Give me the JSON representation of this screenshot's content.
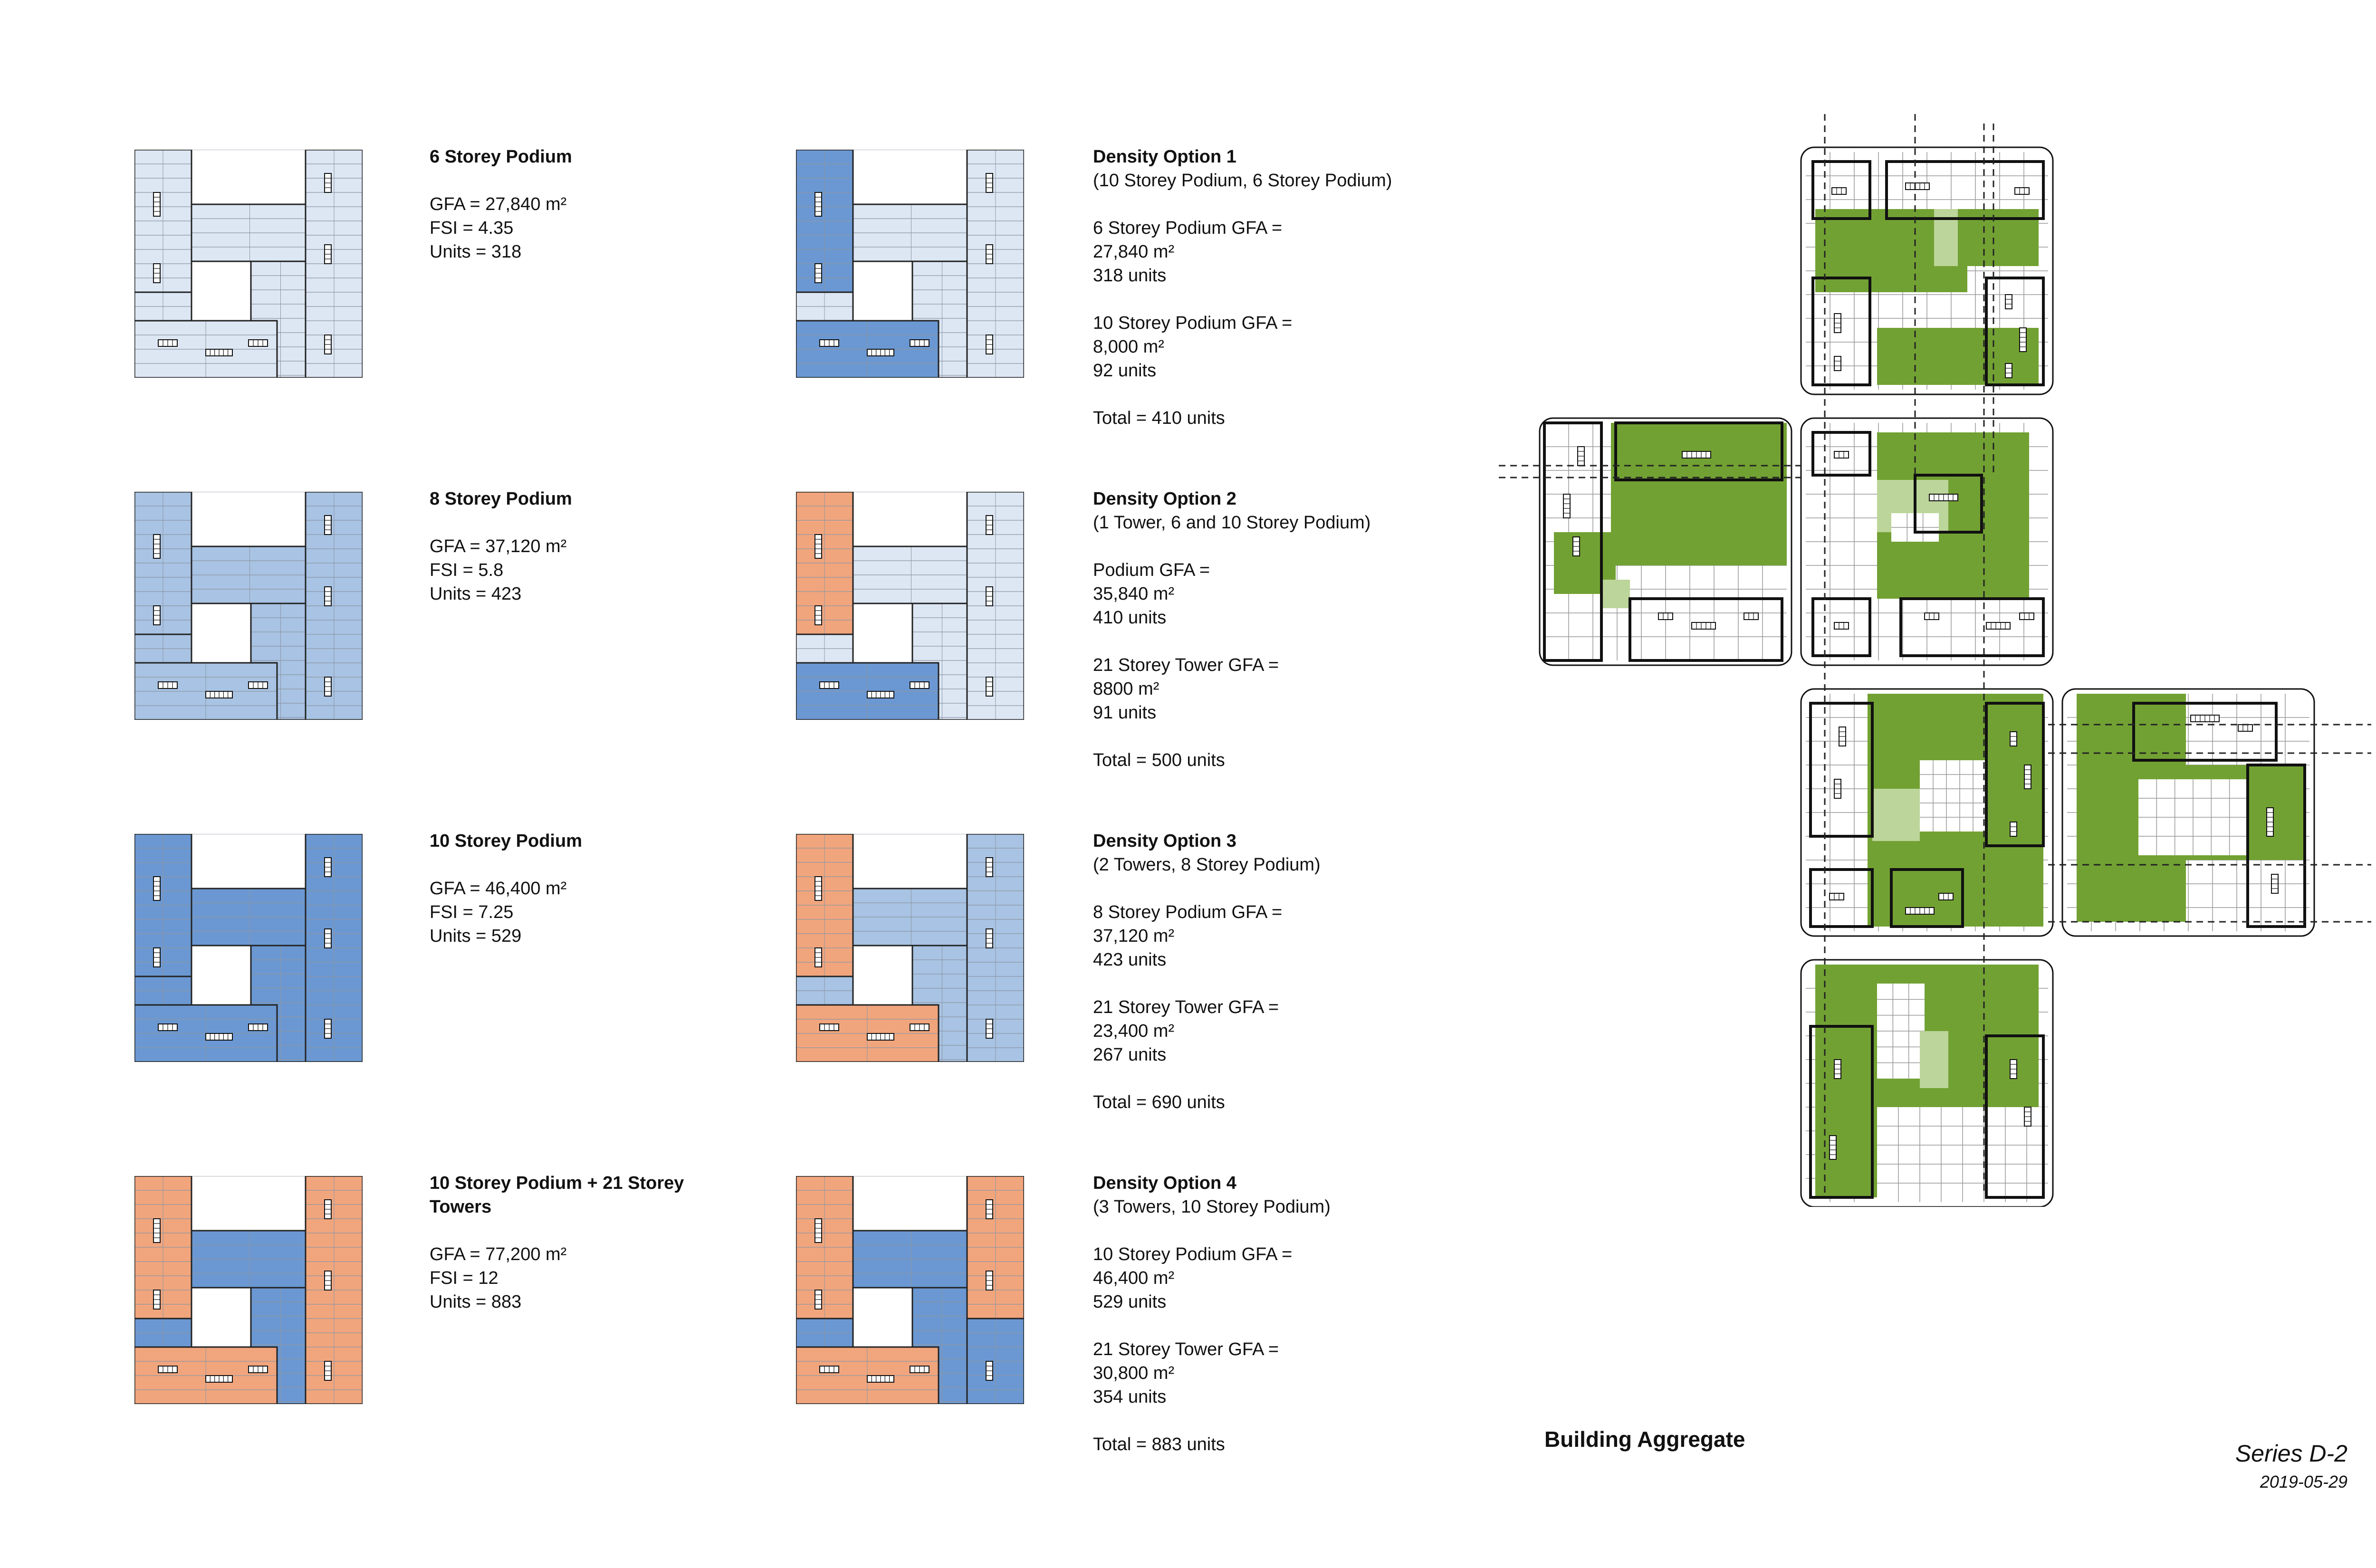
{
  "colors": {
    "podium6": "#dde7f4",
    "podium8": "#a8c3e3",
    "podium10": "#6b98d2",
    "tower": "#f1a57d",
    "green": "#72a133",
    "green_light": "#bcd59a",
    "line": "#222222",
    "grid": "#8d96a3"
  },
  "options": [
    {
      "id": "podium6",
      "title": "6 Storey Podium",
      "lines": [
        "",
        "GFA = 27,840 m²",
        "FSI = 4.35",
        "Units = 318"
      ],
      "fills": {
        "topLeft": "podium6",
        "rightWing": "podium6",
        "bottomLeft": "podium6",
        "bar": "podium6",
        "stem": "podium6"
      }
    },
    {
      "id": "podium8",
      "title": "8 Storey Podium",
      "lines": [
        "",
        "GFA = 37,120 m²",
        "FSI = 5.8",
        "Units = 423"
      ],
      "fills": {
        "topLeft": "podium8",
        "rightWing": "podium8",
        "bottomLeft": "podium8",
        "bar": "podium8",
        "stem": "podium8"
      }
    },
    {
      "id": "podium10",
      "title": "10 Storey Podium",
      "lines": [
        "",
        "GFA = 46,400 m²",
        "FSI = 7.25",
        "Units = 529"
      ],
      "fills": {
        "topLeft": "podium10",
        "rightWing": "podium10",
        "bottomLeft": "podium10",
        "bar": "podium10",
        "stem": "podium10"
      }
    },
    {
      "id": "podium10-towers",
      "title": "10 Storey Podium + 21 Storey",
      "title2": "Towers",
      "lines": [
        "",
        "GFA = 77,200 m²",
        "FSI = 12",
        "Units = 883"
      ],
      "fills": {
        "topLeft": "tower",
        "rightWing": "tower",
        "bottomLeft": "tower",
        "bar": "podium10",
        "stem": "podium10"
      }
    },
    {
      "id": "density1",
      "title": "Density Option 1",
      "lines": [
        "(10 Storey Podium, 6 Storey Podium)",
        "",
        "6 Storey Podium GFA =",
        "27,840 m²",
        "318 units",
        "",
        "10 Storey Podium GFA =",
        "8,000 m²",
        "92 units",
        "",
        "Total = 410 units"
      ],
      "fills": {
        "topLeft": "podium10",
        "rightWing": "podium6",
        "bottomLeft": "podium10",
        "bar": "podium6",
        "stem": "podium6"
      }
    },
    {
      "id": "density2",
      "title": "Density Option 2",
      "lines": [
        "(1 Tower, 6 and 10 Storey Podium)",
        "",
        "Podium GFA =",
        "35,840 m²",
        "410 units",
        "",
        "21 Storey Tower GFA =",
        "8800 m²",
        "91 units",
        "",
        "Total = 500 units"
      ],
      "fills": {
        "topLeft": "tower",
        "rightWing": "podium6",
        "bottomLeft": "podium10",
        "bar": "podium6",
        "stem": "podium6"
      }
    },
    {
      "id": "density3",
      "title": "Density Option 3",
      "lines": [
        "(2 Towers, 8 Storey Podium)",
        "",
        "8 Storey Podium GFA =",
        "37,120 m²",
        "423 units",
        "",
        "21 Storey Tower GFA =",
        "23,400 m²",
        "267 units",
        "",
        "Total = 690 units"
      ],
      "fills": {
        "topLeft": "tower",
        "rightWing": "podium8",
        "bottomLeft": "tower",
        "bar": "podium8",
        "stem": "podium8"
      }
    },
    {
      "id": "density4",
      "title": "Density Option 4",
      "lines": [
        "(3 Towers, 10 Storey Podium)",
        "",
        "10 Storey Podium GFA =",
        "46,400 m²",
        "529 units",
        "",
        "21 Storey Tower GFA =",
        "30,800 m²",
        "354 units",
        "",
        "Total = 883 units"
      ],
      "fills": {
        "topLeft": "tower",
        "rightWing": "tower",
        "rightWingLower": "podium10",
        "bottomLeft": "tower",
        "bar": "podium10",
        "stem": "podium10"
      }
    }
  ],
  "aggregate_title": "Building Aggregate",
  "series": "Series D-2",
  "date": "2019-05-29"
}
